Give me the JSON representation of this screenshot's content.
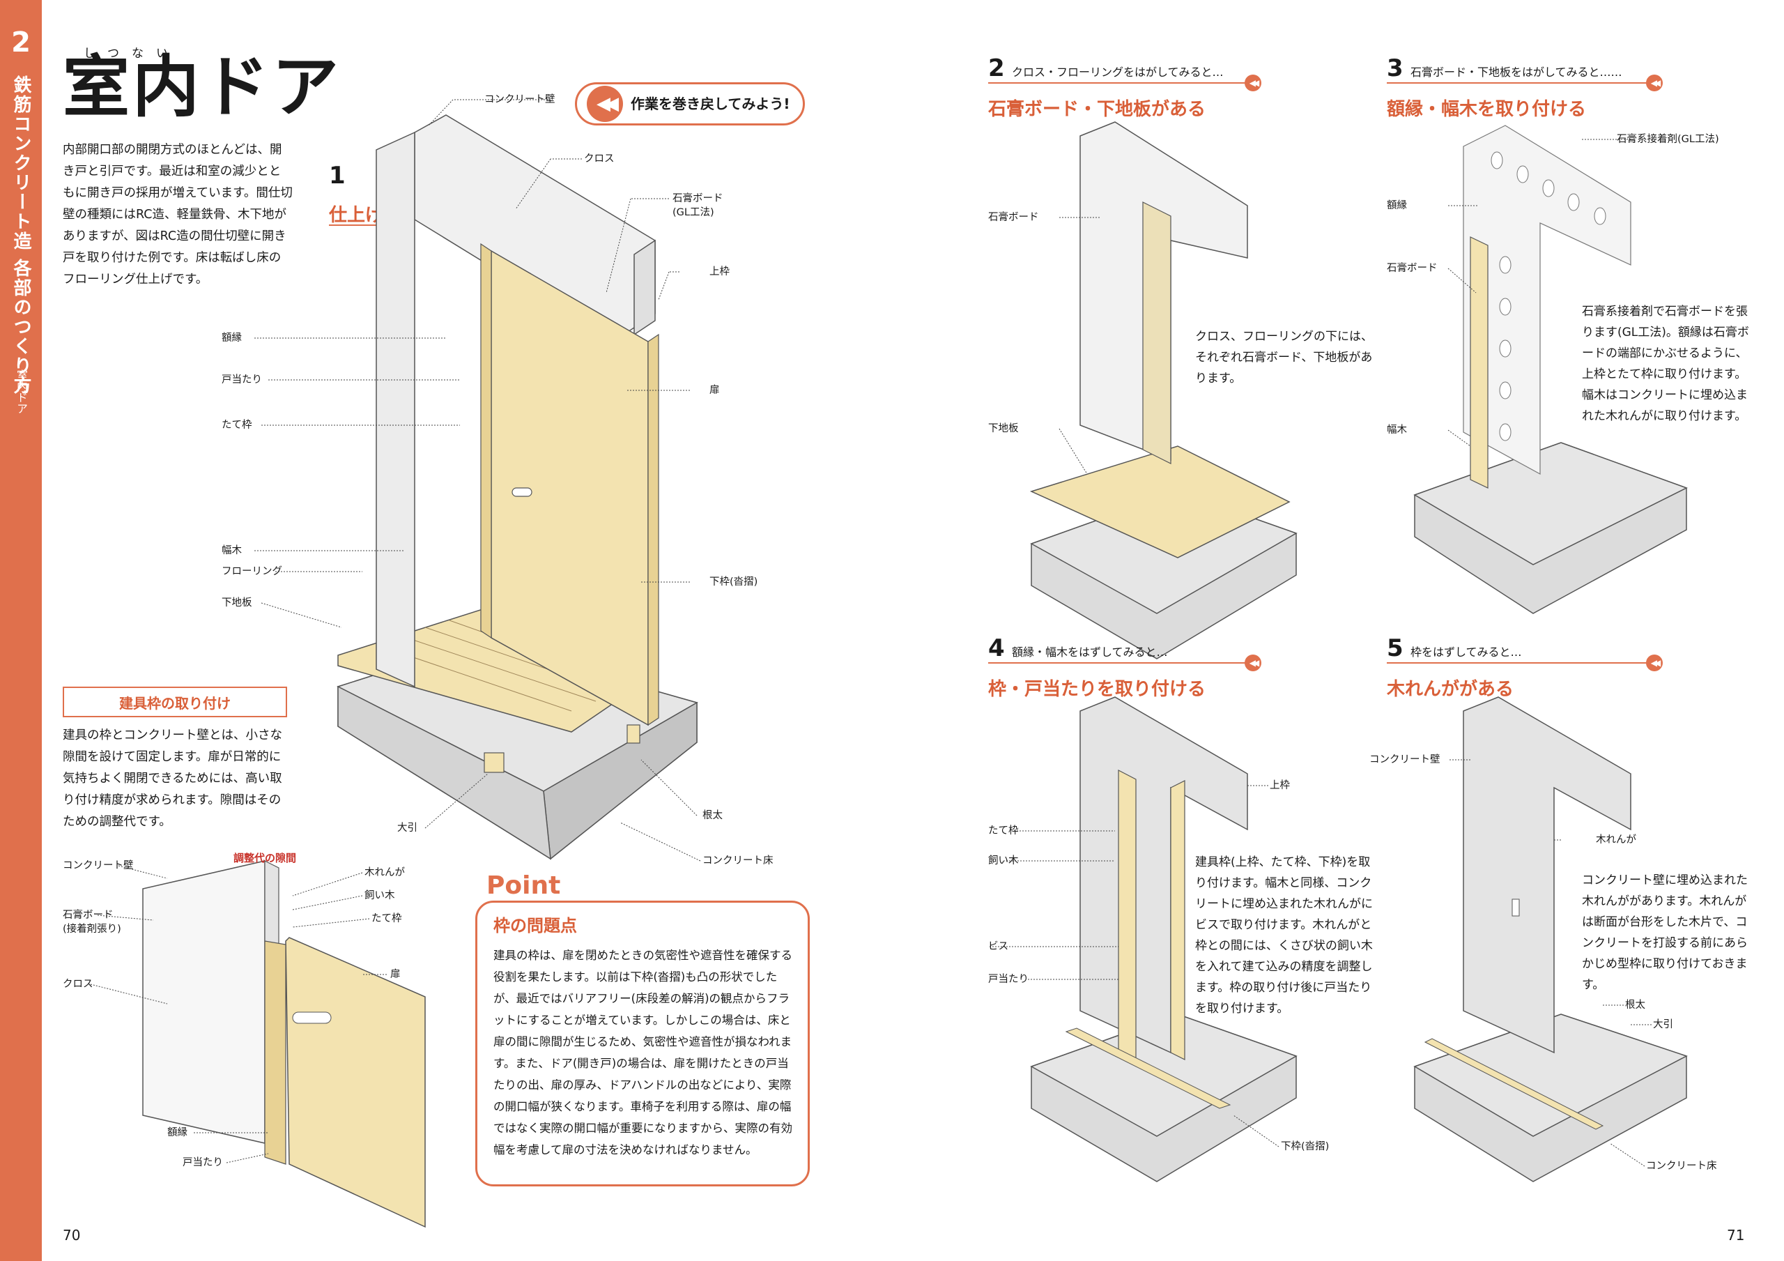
{
  "side_tab": {
    "number": "2",
    "chapter": "鉄筋コンクリート造 各部のつくり方",
    "section": "室内ドア"
  },
  "title": {
    "main": "室内ドア",
    "ruby": "しつない"
  },
  "intro": "内部開口部の開閉方式のほとんどは、開き戸と引戸です。最近は和室の減少とともに開き戸の採用が増えています。間仕切壁の種類にはRC造、軽量鉄骨、木下地がありますが、図はRC造の間仕切壁に開き戸を取り付けた例です。床は転ばし床のフローリング仕上げです。",
  "rewind": {
    "label": "作業を巻き戻してみよう!",
    "icon": "rewind-icon"
  },
  "main_figure": {
    "step_number": "1",
    "step_title": "仕上げ",
    "labels": {
      "concrete_wall": "コンクリート壁",
      "cloth": "クロス",
      "gypsum_board": "石膏ボード",
      "gypsum_board_note": "(GL工法)",
      "top_frame": "上枠",
      "casing": "額縁",
      "door_stop": "戸当たり",
      "door": "扉",
      "side_frame": "たて枠",
      "baseboard": "幅木",
      "flooring": "フローリング",
      "subfloor": "下地板",
      "bottom_frame": "下枠(沓摺)",
      "sleeper": "根太",
      "girder": "大引",
      "concrete_floor": "コンクリート床"
    }
  },
  "fitting": {
    "title": "建具枠の取り付け",
    "body": "建具の枠とコンクリート壁とは、小さな隙間を設けて固定します。扉が日常的に気持ちよく開閉できるためには、高い取り付け精度が求められます。隙間はそのための調整代です。"
  },
  "detail_figure": {
    "gap_label": "調整代の隙間",
    "labels": {
      "concrete_wall": "コンクリート壁",
      "gypsum_board": "石膏ボード",
      "gypsum_board_note": "(接着剤張り)",
      "cloth": "クロス",
      "wood_block": "木れんが",
      "shim": "飼い木",
      "side_frame": "たて枠",
      "door": "扉",
      "casing": "額縁",
      "door_stop": "戸当たり"
    }
  },
  "point": {
    "word": "Point",
    "title": "枠の問題点",
    "body": "建具の枠は、扉を閉めたときの気密性や遮音性を確保する役割を果たします。以前は下枠(沓摺)も凸の形状でしたが、最近ではバリアフリー(床段差の解消)の観点からフラットにすることが増えています。しかしこの場合は、床と扉の間に隙間が生じるため、気密性や遮音性が損なわれます。また、ドア(開き戸)の場合は、扉を開けたときの戸当たりの出、扉の厚み、ドアハンドルの出などにより、実際の開口幅が狭くなります。車椅子を利用する際は、扉の幅ではなく実際の開口幅が重要になりますから、実際の有効幅を考慮して扉の寸法を決めなければなりません。"
  },
  "steps": [
    {
      "number": "2",
      "kicker": "クロス・フローリングをはがしてみると…",
      "heading": "石膏ボード・下地板がある",
      "note": "クロス、フローリングの下には、それぞれ石膏ボード、下地板があります。",
      "labels": {
        "gypsum_board": "石膏ボード",
        "subfloor": "下地板"
      }
    },
    {
      "number": "3",
      "kicker": "石膏ボード・下地板をはがしてみると……",
      "heading": "額縁・幅木を取り付ける",
      "note": "石膏系接着剤で石膏ボードを張ります(GL工法)。額縁は石膏ボードの端部にかぶせるように、上枠とたて枠に取り付けます。幅木はコンクリートに埋め込まれた木れんがに取り付けます。",
      "labels": {
        "adhesive": "石膏系接着剤(GL工法)",
        "casing": "額縁",
        "gypsum_board": "石膏ボード",
        "baseboard": "幅木"
      }
    },
    {
      "number": "4",
      "kicker": "額縁・幅木をはずしてみると…",
      "heading": "枠・戸当たりを取り付ける",
      "note": "建具枠(上枠、たて枠、下枠)を取り付けます。幅木と同様、コンクリートに埋め込まれた木れんがにビスで取り付けます。木れんがと枠との間には、くさび状の飼い木を入れて建て込みの精度を調整します。枠の取り付け後に戸当たりを取り付けます。",
      "labels": {
        "top_frame": "上枠",
        "side_frame": "たて枠",
        "shim": "飼い木",
        "screw": "ビス",
        "door_stop": "戸当たり",
        "bottom_frame": "下枠(沓摺)"
      }
    },
    {
      "number": "5",
      "kicker": "枠をはずしてみると…",
      "heading": "木れんががある",
      "note": "コンクリート壁に埋め込まれた木れんががあります。木れんがは断面が台形をした木片で、コンクリートを打設する前にあらかじめ型枠に取り付けておきます。",
      "labels": {
        "concrete_wall": "コンクリート壁",
        "wood_block": "木れんが",
        "sleeper": "根太",
        "girder": "大引",
        "concrete_floor": "コンクリート床"
      }
    }
  ],
  "pages": {
    "left": "70",
    "right": "71"
  },
  "colors": {
    "accent": "#e0704c",
    "heading": "#d95f38",
    "wood": "#f3e3b0",
    "wood_dark": "#d8c088",
    "concrete": "#dcdcdc",
    "concrete_dark": "#b8b8b8",
    "wall": "#eeeeee"
  }
}
